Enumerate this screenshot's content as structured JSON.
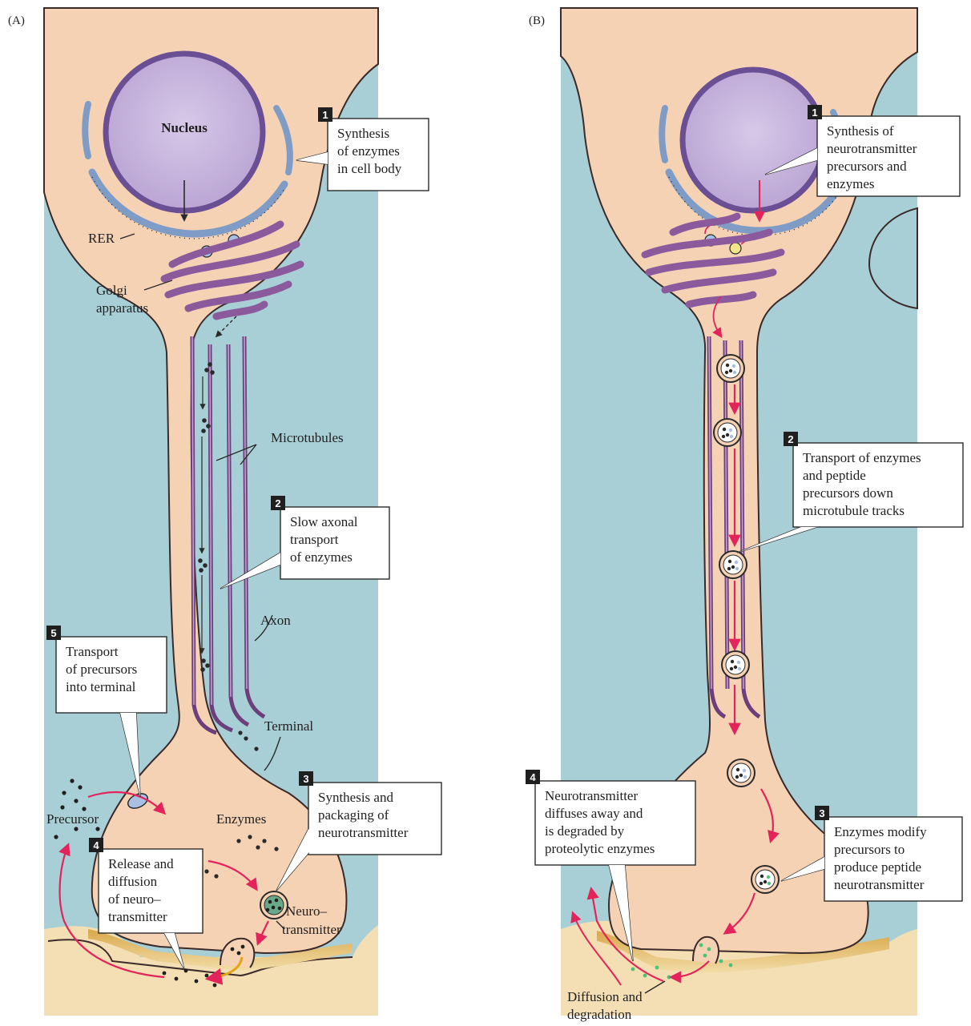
{
  "panels": {
    "a": {
      "label": "(A)",
      "nucleus": "Nucleus",
      "rer": "RER",
      "golgi_line1": "Golgi",
      "golgi_line2": "apparatus",
      "microtubules": "Microtubules",
      "axon": "Axon",
      "terminal": "Terminal",
      "enzymes": "Enzymes",
      "precursor": "Precursor",
      "neurotransmitter_line1": "Neuro–",
      "neurotransmitter_line2": "transmitter",
      "steps": [
        {
          "num": "1",
          "lines": [
            "Synthesis",
            "of enzymes",
            "in cell body"
          ]
        },
        {
          "num": "2",
          "lines": [
            "Slow axonal",
            "transport",
            "of enzymes"
          ]
        },
        {
          "num": "3",
          "lines": [
            "Synthesis and",
            "packaging of",
            "neurotransmitter"
          ]
        },
        {
          "num": "4",
          "lines": [
            "Release and",
            "diffusion",
            "of neuro–",
            "transmitter"
          ]
        },
        {
          "num": "5",
          "lines": [
            "Transport",
            "of precursors",
            "into terminal"
          ]
        }
      ]
    },
    "b": {
      "label": "(B)",
      "diffusion_line1": "Diffusion and",
      "diffusion_line2": "degradation",
      "steps": [
        {
          "num": "1",
          "lines": [
            "Synthesis of",
            "neurotransmitter",
            "precursors and",
            "enzymes"
          ]
        },
        {
          "num": "2",
          "lines": [
            "Transport of enzymes",
            "and peptide",
            "precursors down",
            "microtubule tracks"
          ]
        },
        {
          "num": "3",
          "lines": [
            "Enzymes modify",
            "precursors to",
            "produce peptide",
            "neurotransmitter"
          ]
        },
        {
          "num": "4",
          "lines": [
            "Neurotransmitter",
            "diffuses away and",
            "is degraded by",
            "proteolytic enzymes"
          ]
        }
      ]
    }
  },
  "colors": {
    "background": "#a9cfd6",
    "cytoplasm": "#f6d2b4",
    "nucleus": "#c9b6dc",
    "nucleus_border": "#6a4f95",
    "rer": "#7f9cc6",
    "golgi": "#8a5a9c",
    "postsynaptic": "#f4dfb4",
    "cleft": "#e2b85a",
    "arrow": "#e2245a",
    "vesicle_green": "#4cc27a",
    "dark": "#2a2a2a"
  }
}
